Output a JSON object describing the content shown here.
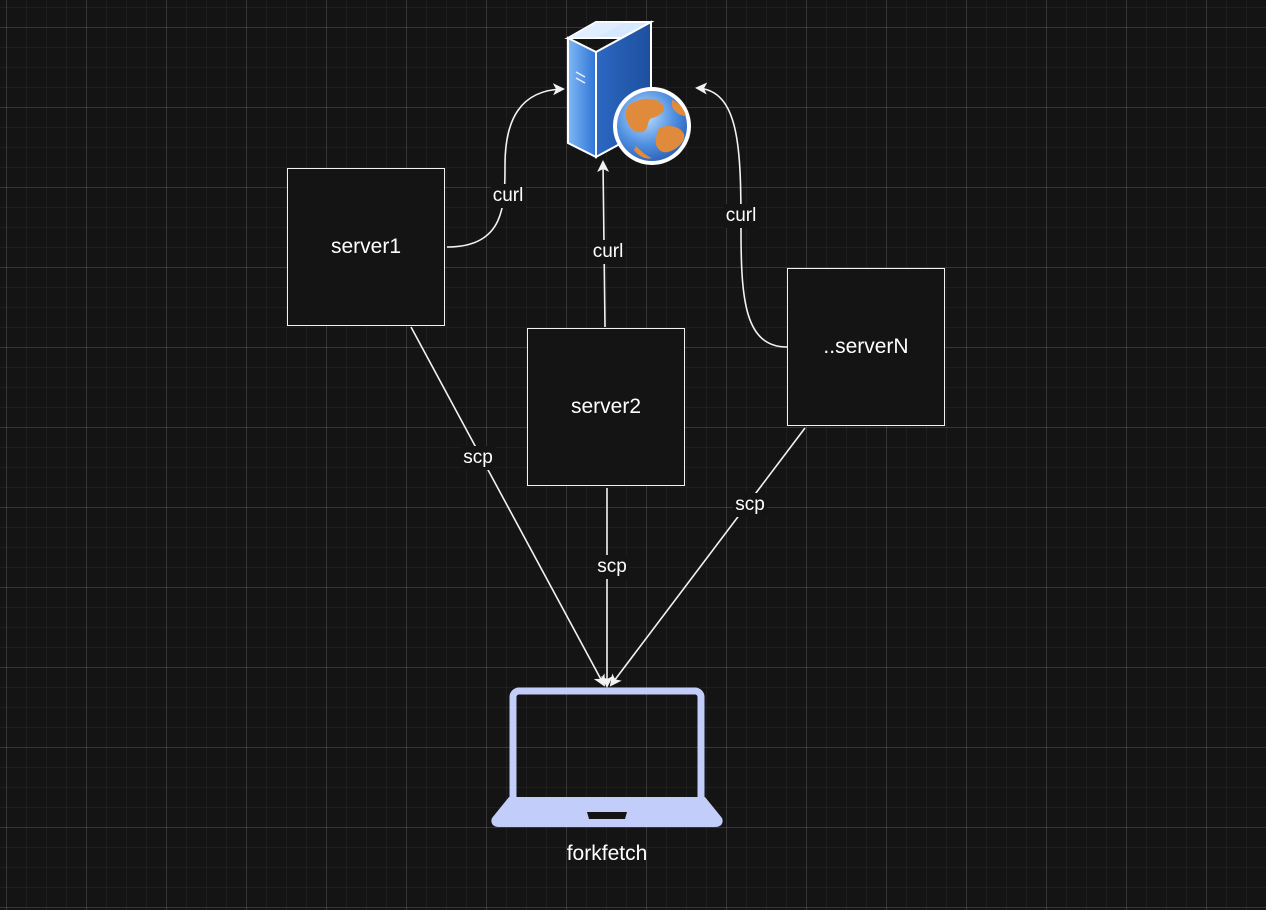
{
  "nodes": {
    "server1": "server1",
    "server2": "server2",
    "serverN": "..serverN",
    "laptop": "forkfetch"
  },
  "edges": {
    "curl_server1": "curl",
    "curl_server2": "curl",
    "curl_serverN": "curl",
    "scp_server1": "scp",
    "scp_server2": "scp",
    "scp_serverN": "scp"
  },
  "icons": {
    "web_server": "web-server-globe-icon",
    "laptop": "laptop-icon"
  },
  "colors": {
    "background": "#141414",
    "grid": "#2a2a2a",
    "stroke": "#f2f2f2",
    "laptop": "#c3cdfa",
    "server_blue": "#4a90e2",
    "globe_orange": "#e08a3c"
  }
}
